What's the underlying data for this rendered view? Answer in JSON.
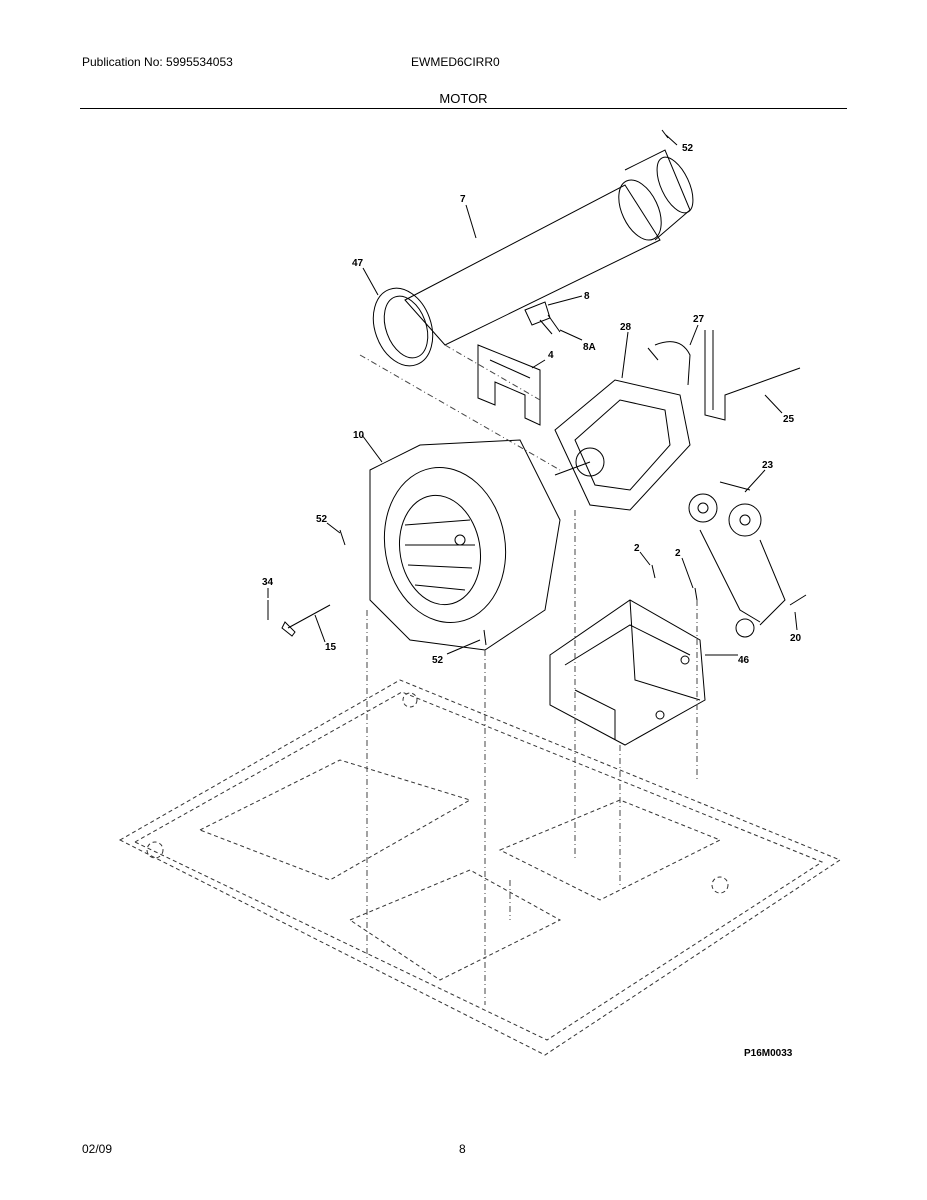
{
  "header": {
    "publication": "Publication No: 5995534053",
    "model": "EWMED6CIRR0",
    "section_title": "MOTOR"
  },
  "diagram": {
    "labels": {
      "p52a": "52",
      "p7": "7",
      "p47": "47",
      "p8": "8",
      "p8a": "8A",
      "p4": "4",
      "p28": "28",
      "p27": "27",
      "p25": "25",
      "p10": "10",
      "p23": "23",
      "p52b": "52",
      "p2a": "2",
      "p2b": "2",
      "p34": "34",
      "p15": "15",
      "p52c": "52",
      "p46": "46",
      "p20": "20"
    },
    "figure_code": "P16M0033"
  },
  "footer": {
    "date": "02/09",
    "page": "8"
  }
}
